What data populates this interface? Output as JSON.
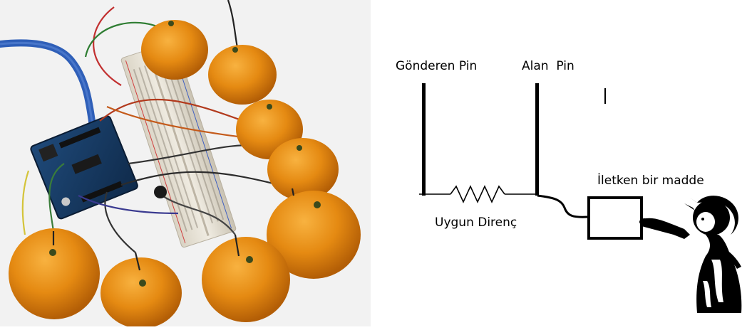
{
  "photo": {
    "description_icons": [
      "tangerine-icon",
      "arduino-board-icon",
      "breadboard-icon",
      "usb-cable-icon",
      "wire-icon"
    ]
  },
  "diagram": {
    "sender_pin_label": "Gönderen Pin",
    "receiver_pin_label": "Alan  Pin",
    "resistor_label": "Uygun Direnç",
    "conductor_label": "İletken bir madde",
    "colors": {
      "ink": "#000000",
      "wire": "#1a1a1a",
      "background": "#ffffff"
    }
  }
}
